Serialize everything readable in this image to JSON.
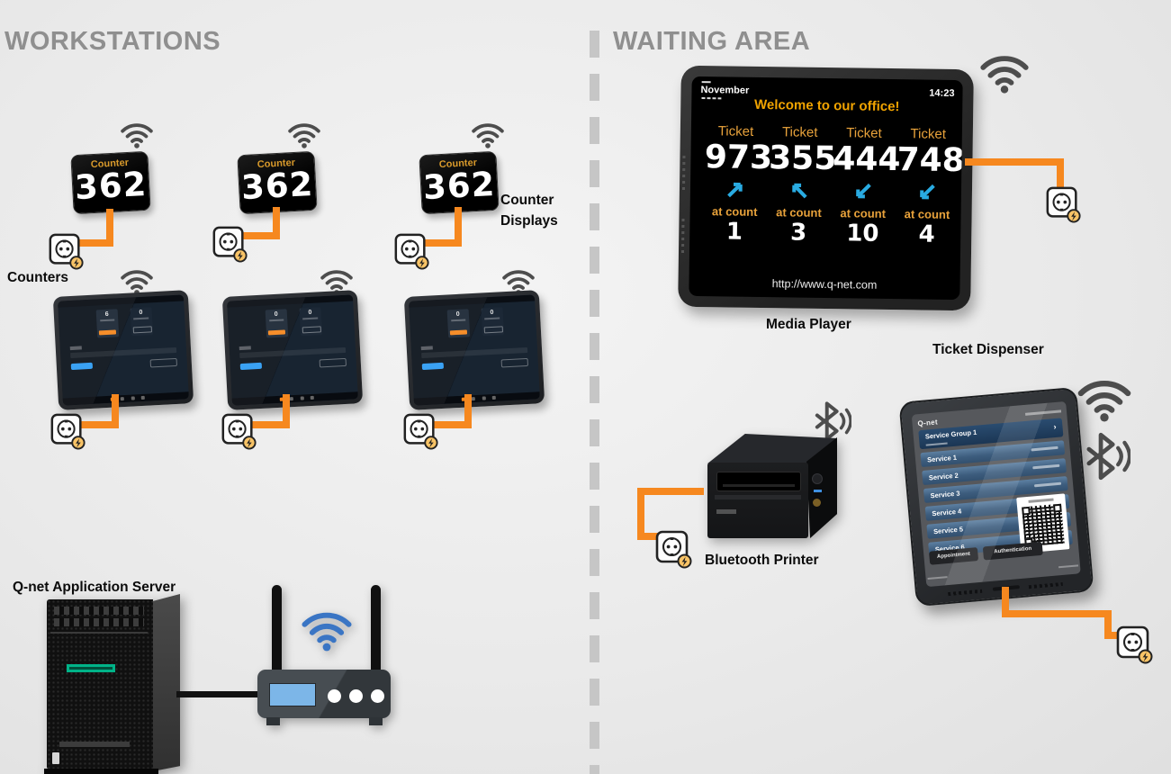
{
  "workstations": {
    "title": "WORKSTATIONS",
    "counters_label": "Counters",
    "counter_displays_label_line1": "Counter",
    "counter_displays_label_line2": "Displays",
    "counter_display": {
      "header": "Counter",
      "number": "362"
    },
    "server_label": "Q-net Application Server"
  },
  "waiting_area": {
    "title": "WAITING AREA",
    "media_player": {
      "label": "Media Player",
      "month": "November",
      "time": "14:23",
      "welcome_message": "Welcome to our office!",
      "url": "http://www.q-net.com",
      "ticket_label": "Ticket",
      "at_counter_label": "at count",
      "tickets": [
        {
          "number": "973",
          "arrow": "up-right",
          "counter": "1"
        },
        {
          "number": "355",
          "arrow": "up-left",
          "counter": "3"
        },
        {
          "number": "444",
          "arrow": "down-left",
          "counter": "10"
        },
        {
          "number": "748",
          "arrow": "down-left",
          "counter": "4"
        }
      ]
    },
    "bluetooth_printer": {
      "label": "Bluetooth Printer"
    },
    "ticket_dispenser": {
      "label": "Ticket Dispenser",
      "app_title": "Q-net",
      "service_group": "Service Group 1",
      "group_arrow": "›",
      "services": [
        "Service 1",
        "Service 2",
        "Service 3",
        "Service 4",
        "Service 5",
        "Service 6"
      ],
      "appointment_button": "Appointment",
      "authentication_button": "Authentication"
    }
  },
  "icons": {
    "wifi": "wifi-icon",
    "bluetooth": "bluetooth-icon",
    "power_outlet": "power-outlet-icon",
    "direction_arrow": "direction-arrow-icon"
  },
  "colors": {
    "cable_orange": "#F6881F",
    "ticket_orange": "#E8A23B",
    "arrow_blue": "#29ABE2",
    "wifi_gray": "#4D4D4D",
    "router_wifi_blue": "#3A75C4",
    "hpe_green": "#00B388",
    "section_title_gray": "#8F8F8F",
    "service_bar_blue": "#3A5A7A"
  }
}
